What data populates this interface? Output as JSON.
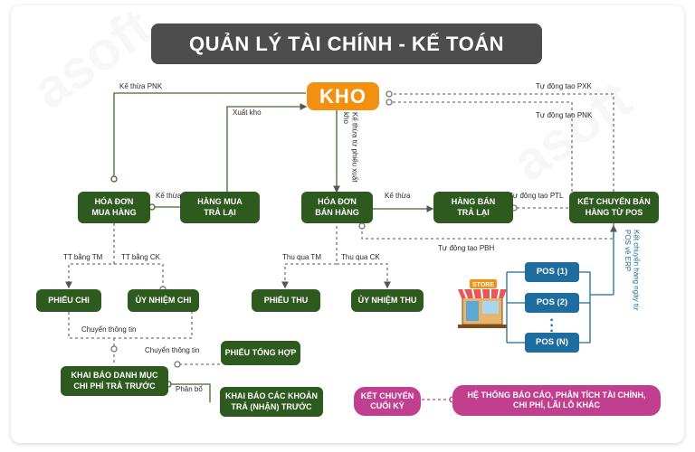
{
  "title": "QUẢN LÝ TÀI CHÍNH - KẾ TOÁN",
  "watermark": "asoft",
  "nodes": {
    "kho": "KHO",
    "hoa_don_mua": "HÓA ĐƠN\nMUA HÀNG",
    "hang_mua_tra_lai": "HÀNG MUA\nTRẢ LẠI",
    "hoa_don_ban": "HÓA ĐƠN\nBÁN HÀNG",
    "hang_ban_tra_lai": "HÀNG BÁN\nTRẢ LẠI",
    "ket_chuyen_ban_hang": "KẾT CHUYỂN BÁN\nHÀNG TỪ POS",
    "phieu_chi": "PHIẾU CHI",
    "uy_nhiem_chi": "ỦY NHIỆM CHI",
    "phieu_thu": "PHIẾU THU",
    "uy_nhiem_thu": "ỦY NHIỆM THU",
    "phieu_tong_hop": "PHIẾU TỔNG HỢP",
    "khai_bao_danh_muc": "KHAI BÁO DANH MỤC\nCHI PHÍ TRẢ TRƯỚC",
    "khai_bao_cac_khoan": "KHAI BÁO CÁC KHOẢN\nTRẢ (NHẬN) TRƯỚC",
    "ket_chuyen_cuoi_ky": "KẾT CHUYỂN\nCUỐI KỲ",
    "he_thong_bao_cao": "HỆ THỐNG BÁO CÁO, PHÂN TÍCH TÀI CHÍNH,\nCHI PHÍ, LÃI LỖ KHÁC",
    "pos1": "POS (1)",
    "pos2": "POS (2)",
    "posn": "POS (N)"
  },
  "labels": {
    "ke_thua_pnk": "Kế thừa PNK",
    "xuat_kho": "Xuất kho",
    "ke_thua_phieu_xuat_kho": "Kế thừa từ\nphiếu xuất kho",
    "tu_dong_tao_pxk": "Tự động tạo PXK",
    "tu_dong_tao_pnk": "Tự động tạo PNK",
    "ke_thua_1": "Kế thừa",
    "ke_thua_2": "Kế thừa",
    "tu_dong_tao_ptl": "Tự động tạo PTL",
    "tu_dong_tao_pbh": "Tự động tạo PBH",
    "tt_bang_tm": "TT bằng TM",
    "tt_bang_ck": "TT bằng CK",
    "thu_qua_tm": "Thu qua TM",
    "thu_qua_ck": "Thu qua CK",
    "chuyen_thong_tin_1": "Chuyển thông tin",
    "chuyen_thong_tin_2": "Chuyển thông tin",
    "phan_bo": "Phân bổ",
    "ket_chuyen_hang_ngay": "Kết chuyển hàng ngày\ntừ POS về ERP",
    "store_sign": "STORE"
  },
  "colors": {
    "green_node": "#2f5a1f",
    "orange_kho": "#f29111",
    "blue_pos": "#1f6d9e",
    "magenta_report": "#c03f8e",
    "title_bg": "#4d4d4d"
  }
}
